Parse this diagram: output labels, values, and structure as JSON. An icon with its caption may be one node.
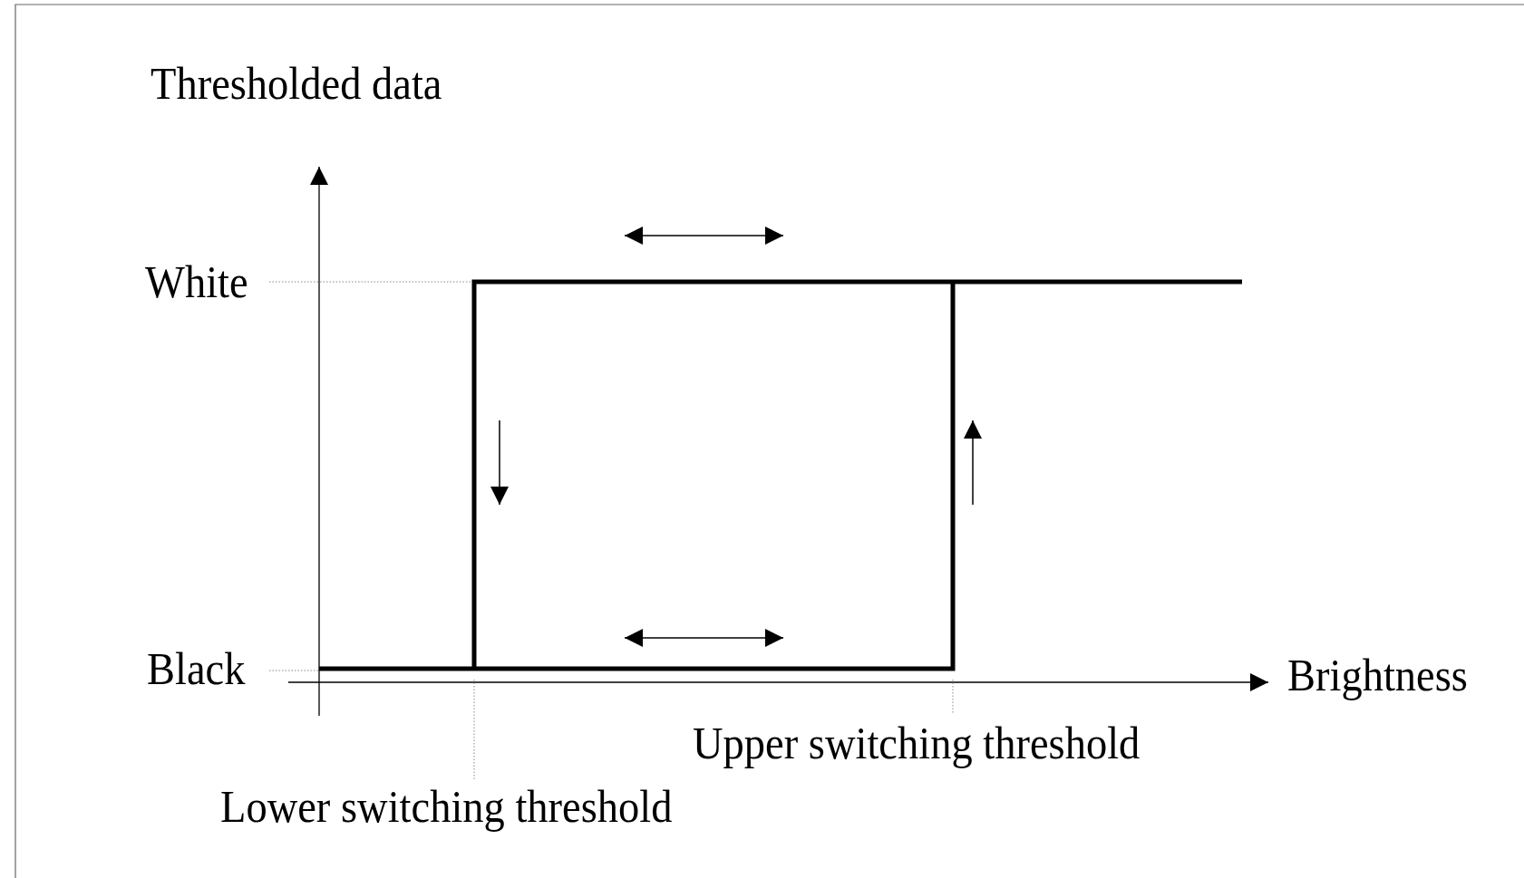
{
  "diagram": {
    "labels": [
      "Thresholded data",
      "White",
      "Black",
      "Brightness",
      "Upper switching threshold",
      "Lower switching threshold"
    ]
  }
}
